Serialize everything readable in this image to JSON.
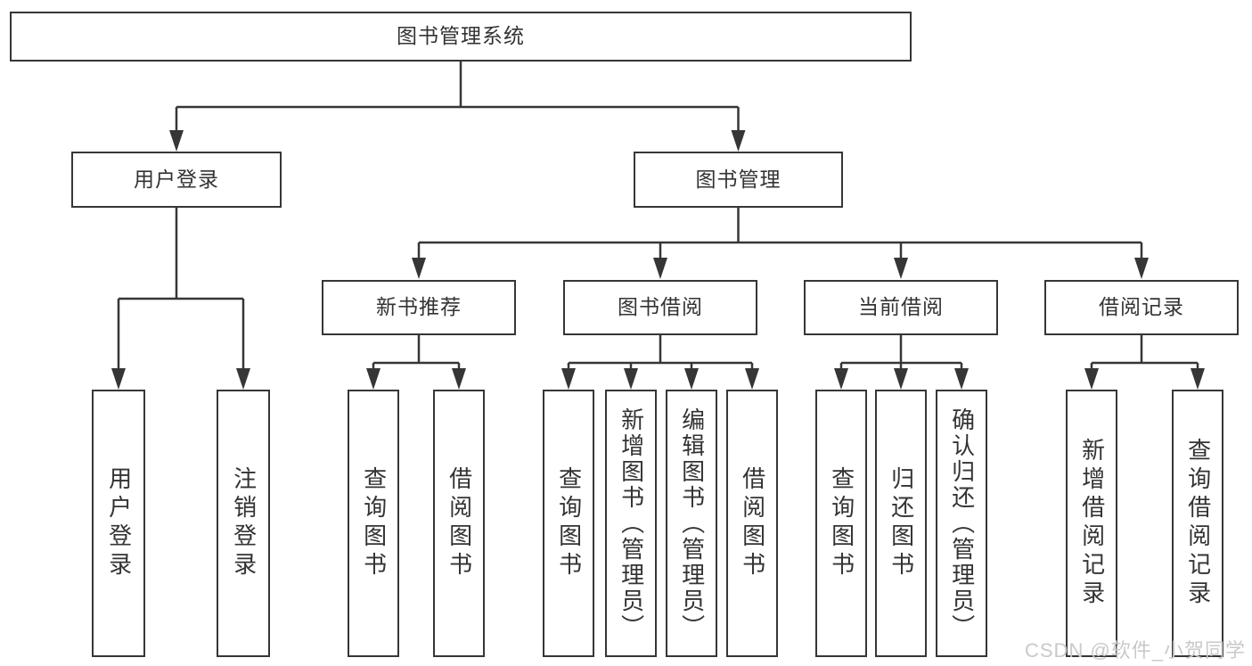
{
  "diagram": {
    "root": {
      "label": "图书管理系统"
    },
    "level2": [
      {
        "label": "用户登录"
      },
      {
        "label": "图书管理"
      }
    ],
    "level3": [
      {
        "label": "新书推荐"
      },
      {
        "label": "图书借阅"
      },
      {
        "label": "当前借阅"
      },
      {
        "label": "借阅记录"
      }
    ],
    "leaves": {
      "user_login": [
        "用户登录",
        "注销登录"
      ],
      "new_book": [
        "查询图书",
        "借阅图书"
      ],
      "book_borrow": [
        "查询图书",
        "新增图书（管理员）",
        "编辑图书（管理员）",
        "借阅图书"
      ],
      "current_borrow": [
        "查询图书",
        "归还图书",
        "确认归还（管理员）"
      ],
      "borrow_records": [
        "新增借阅记录",
        "查询借阅记录"
      ]
    }
  },
  "watermark": {
    "text": "CSDN @软件_小贺同学"
  },
  "colors": {
    "line": "#363636",
    "box_border": "#363636",
    "text": "#333333",
    "watermark": "#c9c9c9",
    "background": "#ffffff"
  }
}
